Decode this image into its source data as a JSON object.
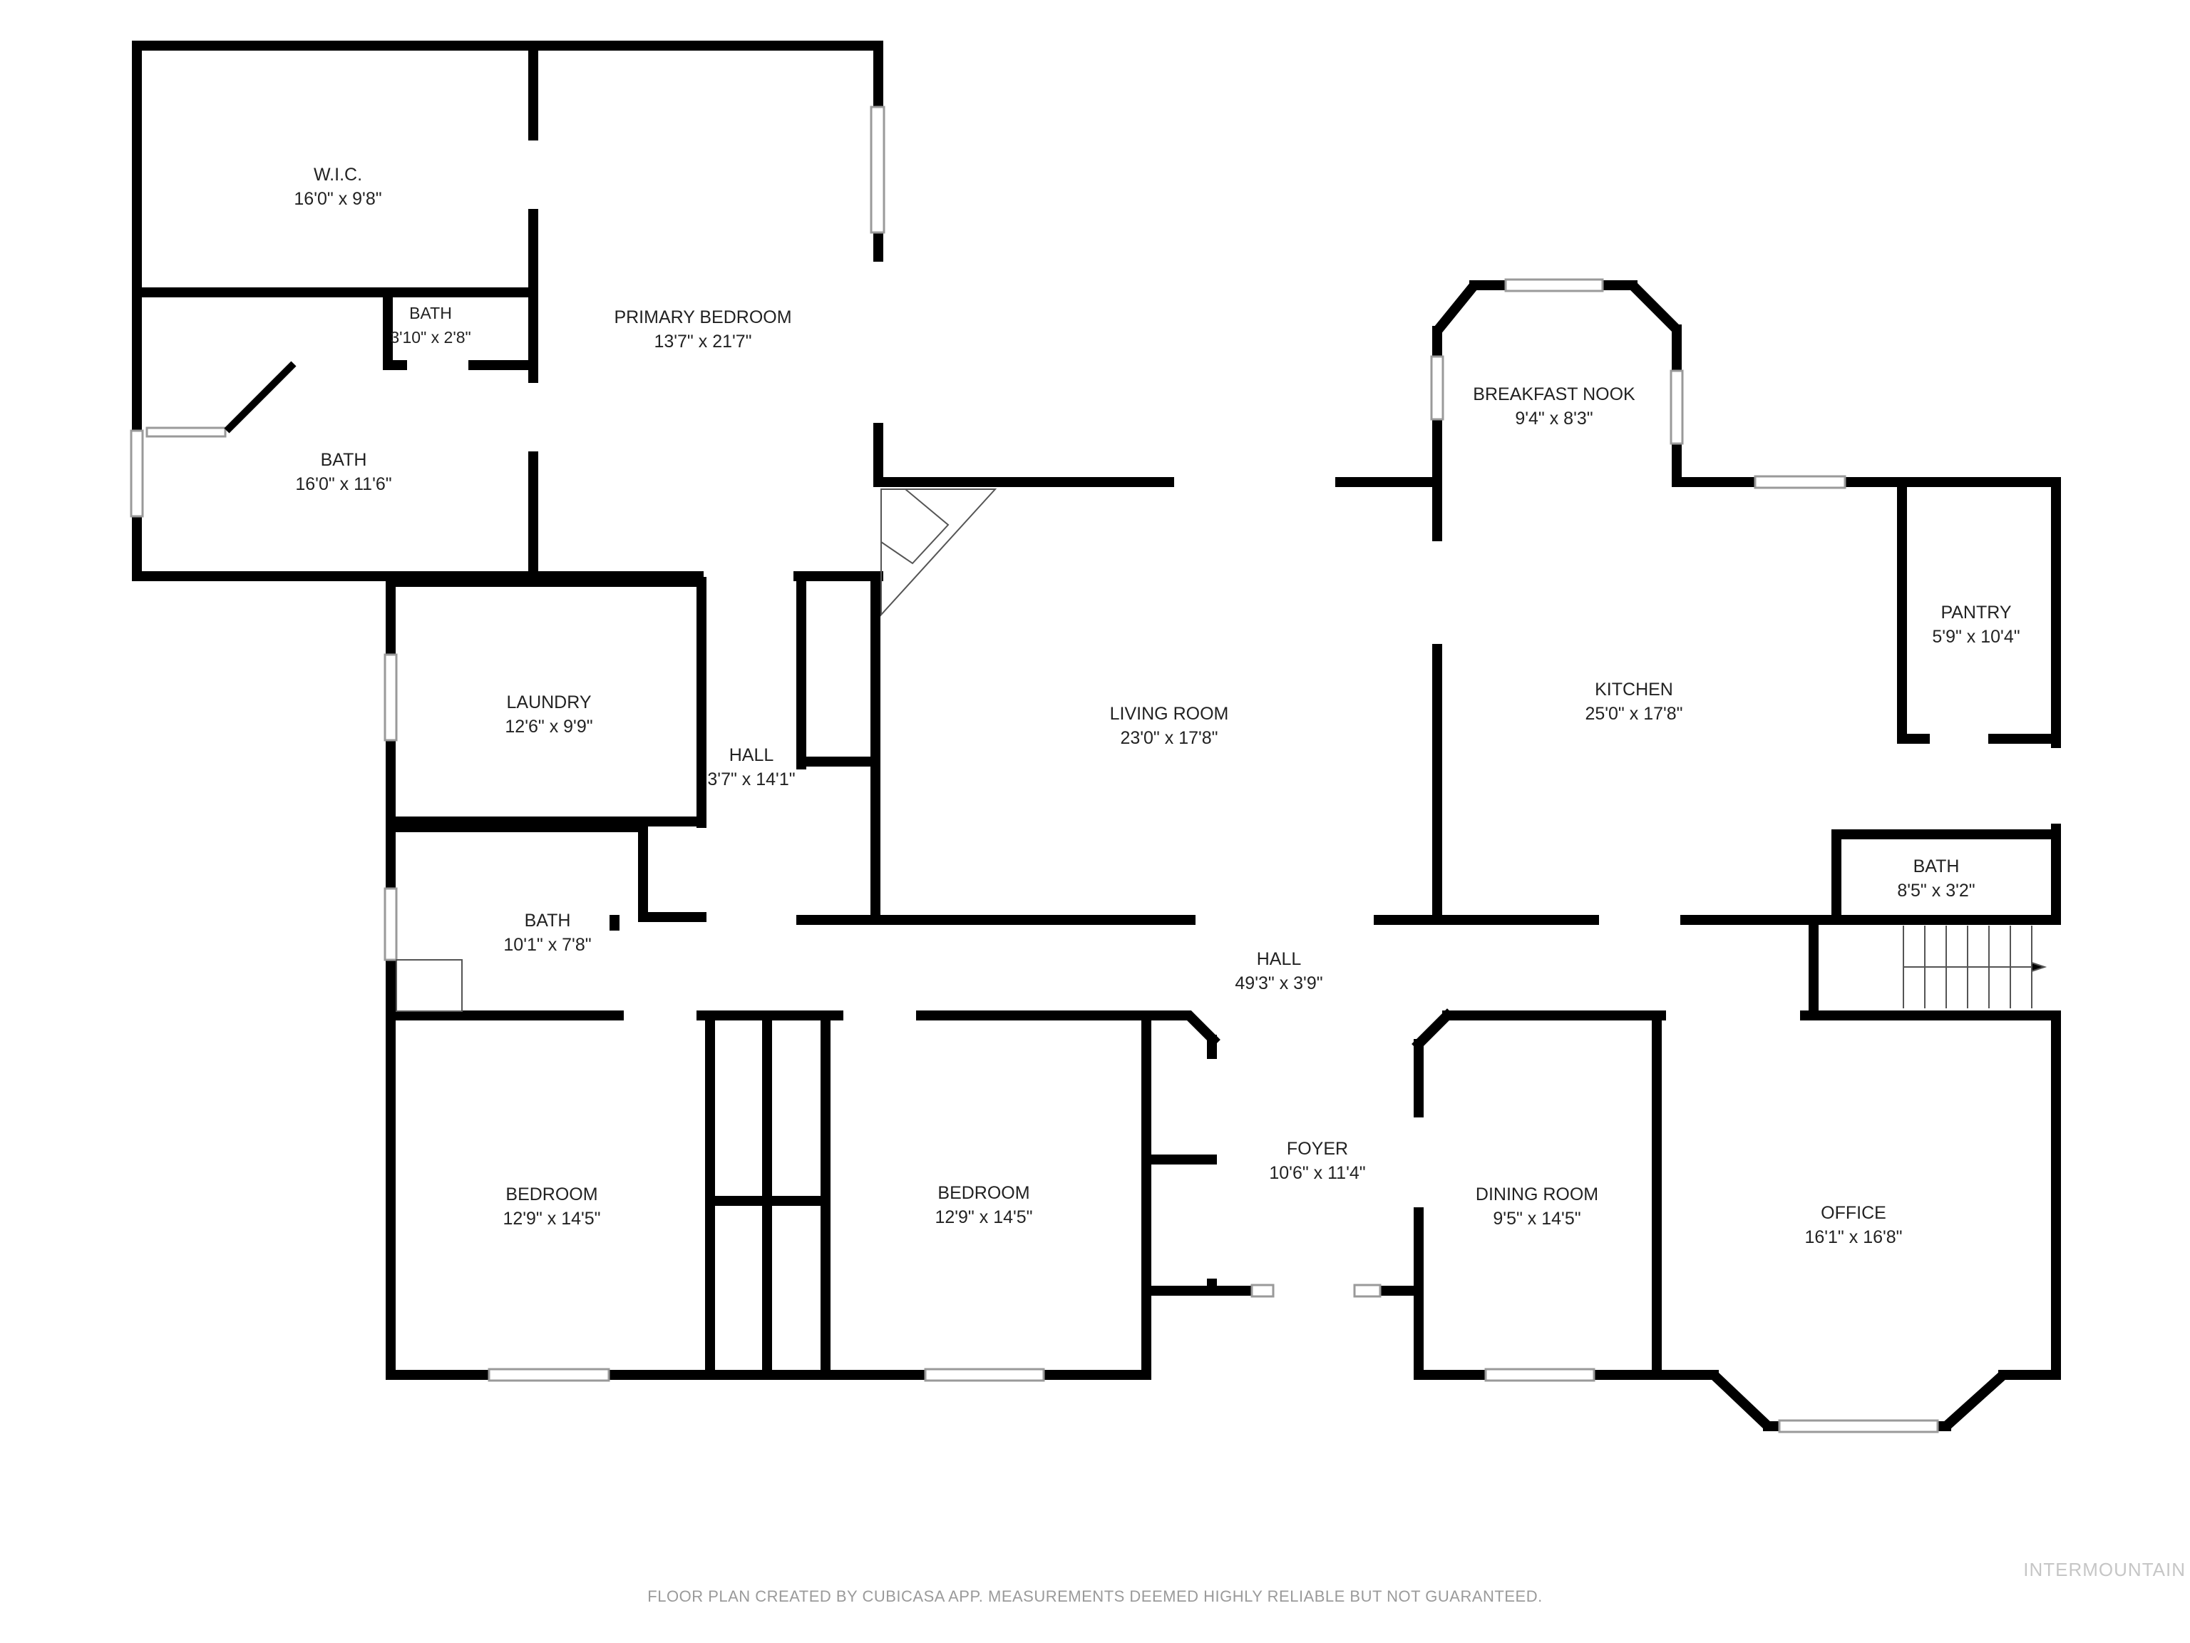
{
  "rooms": [
    {
      "name": "W.I.C.",
      "size": "16'0\" x 9'8\""
    },
    {
      "name": "BATH",
      "size": "3'10\" x 2'8\""
    },
    {
      "name": "PRIMARY BEDROOM",
      "size": "13'7\" x 21'7\""
    },
    {
      "name": "BATH",
      "size": "16'0\" x 11'6\""
    },
    {
      "name": "BREAKFAST NOOK",
      "size": "9'4\" x 8'3\""
    },
    {
      "name": "PANTRY",
      "size": "5'9\" x 10'4\""
    },
    {
      "name": "KITCHEN",
      "size": "25'0\" x 17'8\""
    },
    {
      "name": "LIVING ROOM",
      "size": "23'0\" x 17'8\""
    },
    {
      "name": "LAUNDRY",
      "size": "12'6\" x 9'9\""
    },
    {
      "name": "HALL",
      "size": "3'7\" x 14'1\""
    },
    {
      "name": "BATH",
      "size": "8'5\" x 3'2\""
    },
    {
      "name": "BATH",
      "size": "10'1\" x 7'8\""
    },
    {
      "name": "HALL",
      "size": "49'3\" x 3'9\""
    },
    {
      "name": "FOYER",
      "size": "10'6\" x 11'4\""
    },
    {
      "name": "BEDROOM",
      "size": "12'9\" x 14'5\""
    },
    {
      "name": "BEDROOM",
      "size": "12'9\" x 14'5\""
    },
    {
      "name": "DINING ROOM",
      "size": "9'5\" x 14'5\""
    },
    {
      "name": "OFFICE",
      "size": "16'1\" x 16'8\""
    }
  ],
  "footer": "FLOOR PLAN CREATED BY CUBICASA APP. MEASUREMENTS DEEMED HIGHLY RELIABLE BUT NOT GUARANTEED.",
  "watermark": "INTERMOUNTAIN",
  "colors": {
    "wall": "#000000",
    "window": "#bdbdbd",
    "text": "#222222"
  }
}
